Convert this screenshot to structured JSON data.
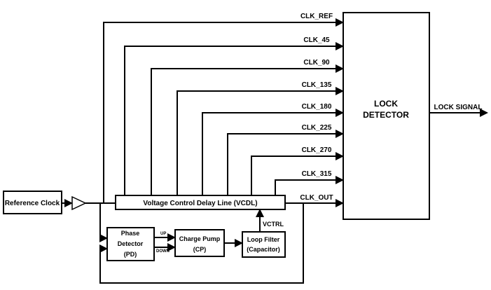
{
  "blocks": {
    "reference_clock": "Reference Clock",
    "vcdl": "Voltage Control Delay Line (VCDL)",
    "phase_detector": [
      "Phase",
      "Detector",
      "(PD)"
    ],
    "charge_pump": [
      "Charge Pump",
      "(CP)"
    ],
    "loop_filter": [
      "Loop Filter",
      "(Capacitor)"
    ],
    "lock_detector": [
      "LOCK",
      "DETECTOR"
    ]
  },
  "signals": {
    "clocks": [
      "CLK_REF",
      "CLK_45",
      "CLK_90",
      "CLK_135",
      "CLK_180",
      "CLK_225",
      "CLK_270",
      "CLK_315",
      "CLK_OUT"
    ],
    "up": "UP",
    "down": "DOWN",
    "vctrl": "VCTRL",
    "lock_signal": "LOCK SIGNAL"
  }
}
